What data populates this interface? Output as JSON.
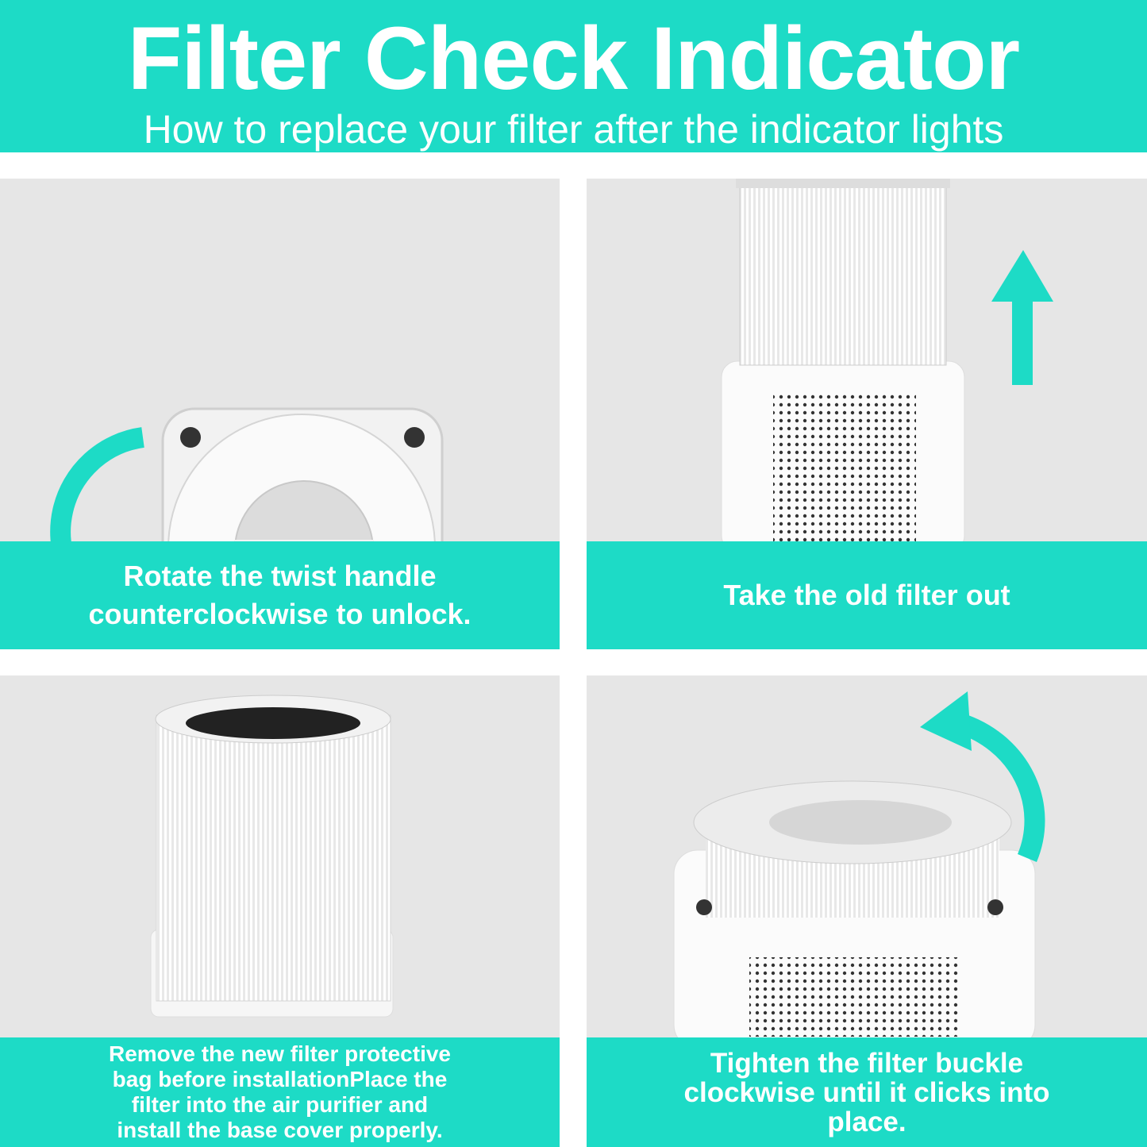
{
  "header": {
    "title": "Filter Check Indicator",
    "subtitle": "How to replace your filter after the indicator lights"
  },
  "steps": [
    {
      "caption_lines": [
        "Rotate the twist handle",
        "counterclockwise to unlock."
      ],
      "icon": "counterclockwise-arrow-icon"
    },
    {
      "caption_lines": [
        "Take the old filter out"
      ],
      "icon": "up-arrow-icon"
    },
    {
      "caption_lines": [
        "Remove the new filter protective",
        "bag before installationPlace the",
        "filter into the air purifier and",
        "install the base cover properly."
      ]
    },
    {
      "caption_lines": [
        "Tighten the filter buckle",
        "clockwise until it clicks into",
        "place."
      ],
      "icon": "clockwise-arrow-icon"
    }
  ],
  "colors": {
    "accent": "#1ddbc6",
    "panel": "#e6e6e6"
  }
}
